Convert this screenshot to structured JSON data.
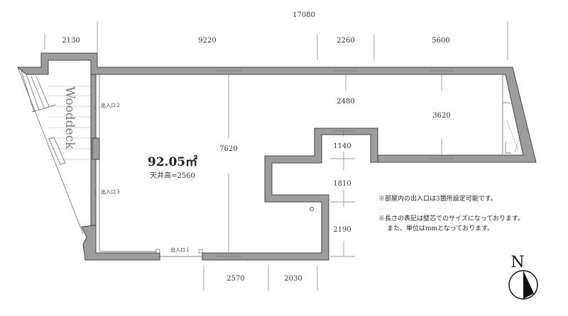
{
  "dimensions": {
    "top_total": "17080",
    "top_segments": [
      "2130",
      "9220",
      "2260",
      "5600"
    ],
    "bottom_segments": [
      "2570",
      "2030"
    ],
    "vertical": {
      "main_depth": "7620",
      "right_upper": "2480",
      "right_room": "3620",
      "seg1": "1140",
      "seg2": "1810",
      "seg3": "2190"
    }
  },
  "room": {
    "area": "92.05㎡",
    "ceiling_height": "天井高=2560"
  },
  "deck_label": "Wooddeck",
  "entrances": [
    "出入口１",
    "出入口２",
    "出入口３"
  ],
  "notes": [
    "※部屋内の出入口は3箇所設定可能です。",
    "※長さの表記は壁芯でのサイズになっております。",
    "また、単位はmmとなっております。"
  ],
  "compass": {
    "label": "N"
  }
}
